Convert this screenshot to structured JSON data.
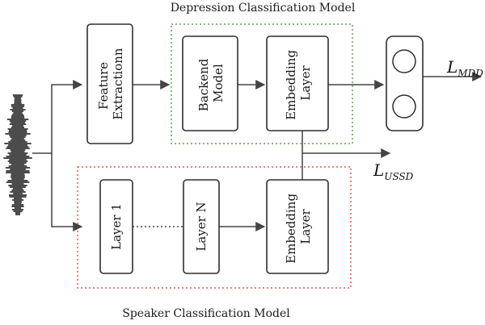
{
  "diagram": {
    "top_title": "Depression Classification Model",
    "bottom_title": "Speaker Classification Model",
    "boxes": {
      "feature_extraction": [
        "Feature",
        "Extractionn"
      ],
      "backend_model": [
        "Backend",
        "Model"
      ],
      "embedding_top": [
        "Embedding",
        "Layer"
      ],
      "layer_1": [
        "Layer 1"
      ],
      "layer_n": [
        "Layer N"
      ],
      "embedding_bottom": [
        "Embedding",
        "Layer"
      ]
    },
    "losses": {
      "mdd": {
        "main": "L",
        "sub": "MDD"
      },
      "ussd": {
        "main": "L",
        "sub": "USSD"
      }
    },
    "colors": {
      "depression_frame": "#5aa84a",
      "speaker_frame": "#e2594f",
      "arrow": "#444444",
      "box_stroke": "#2f2f2f"
    }
  }
}
